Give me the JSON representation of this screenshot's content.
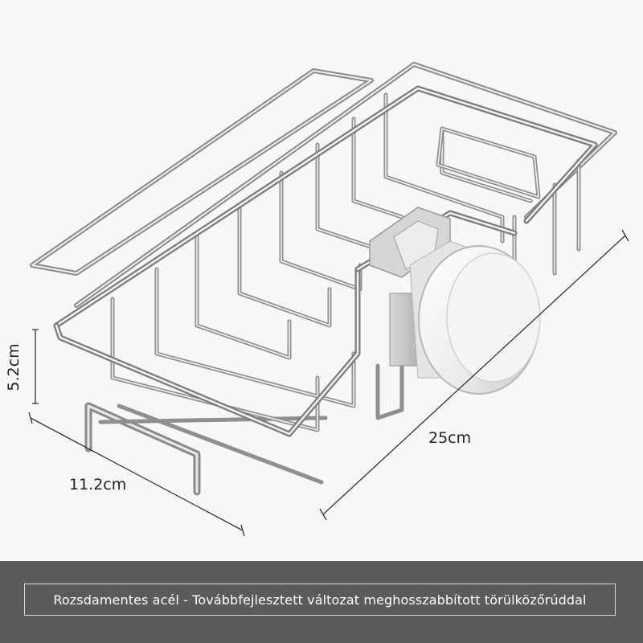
{
  "dimensions": {
    "height_label": "5.2cm",
    "depth_label": "11.2cm",
    "length_label": "25cm"
  },
  "caption": {
    "text": "Rozsdamentes acél - Továbbfejlesztett változat meghosszabbított törülközőrúddal"
  },
  "colors": {
    "background": "#f7f7f7",
    "caption_bar": "#5b5b5b",
    "caption_text": "#ffffff",
    "wire": "#9a9a9a",
    "dimension_line": "#333333"
  }
}
